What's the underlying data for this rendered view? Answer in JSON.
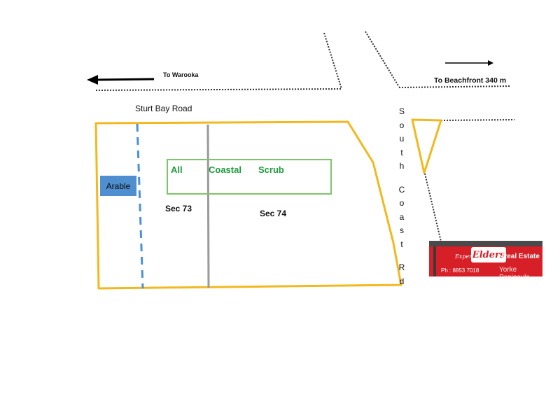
{
  "map": {
    "to_warooka": "To Warooka",
    "to_beachfront": "To Beachfront  340 m",
    "sturt_bay_road": "Sturt Bay Road",
    "south_coast_rd_letters": [
      "S",
      "o",
      "u",
      "t",
      "h",
      "C",
      "o",
      "a",
      "s",
      "t",
      "R",
      "d"
    ],
    "arable_label": "Arable",
    "sec73": "Sec 73",
    "sec74": "Sec 74",
    "scrub_words": [
      "All",
      "Coastal",
      "Scrub"
    ]
  },
  "agency_sign": {
    "tagline": "Experience",
    "brand": "Elders",
    "real_estate": "Real Estate",
    "phone": "Ph : 8853 7018",
    "region": "Yorke Peninsula"
  },
  "colors": {
    "boundary": "#f2b81f",
    "scrub_box": "#7cc66a",
    "arable": "#4f8fd0",
    "dashed_blue": "#4a90d9",
    "section_line": "#9a9a9a",
    "sign_red": "#d61f26"
  }
}
